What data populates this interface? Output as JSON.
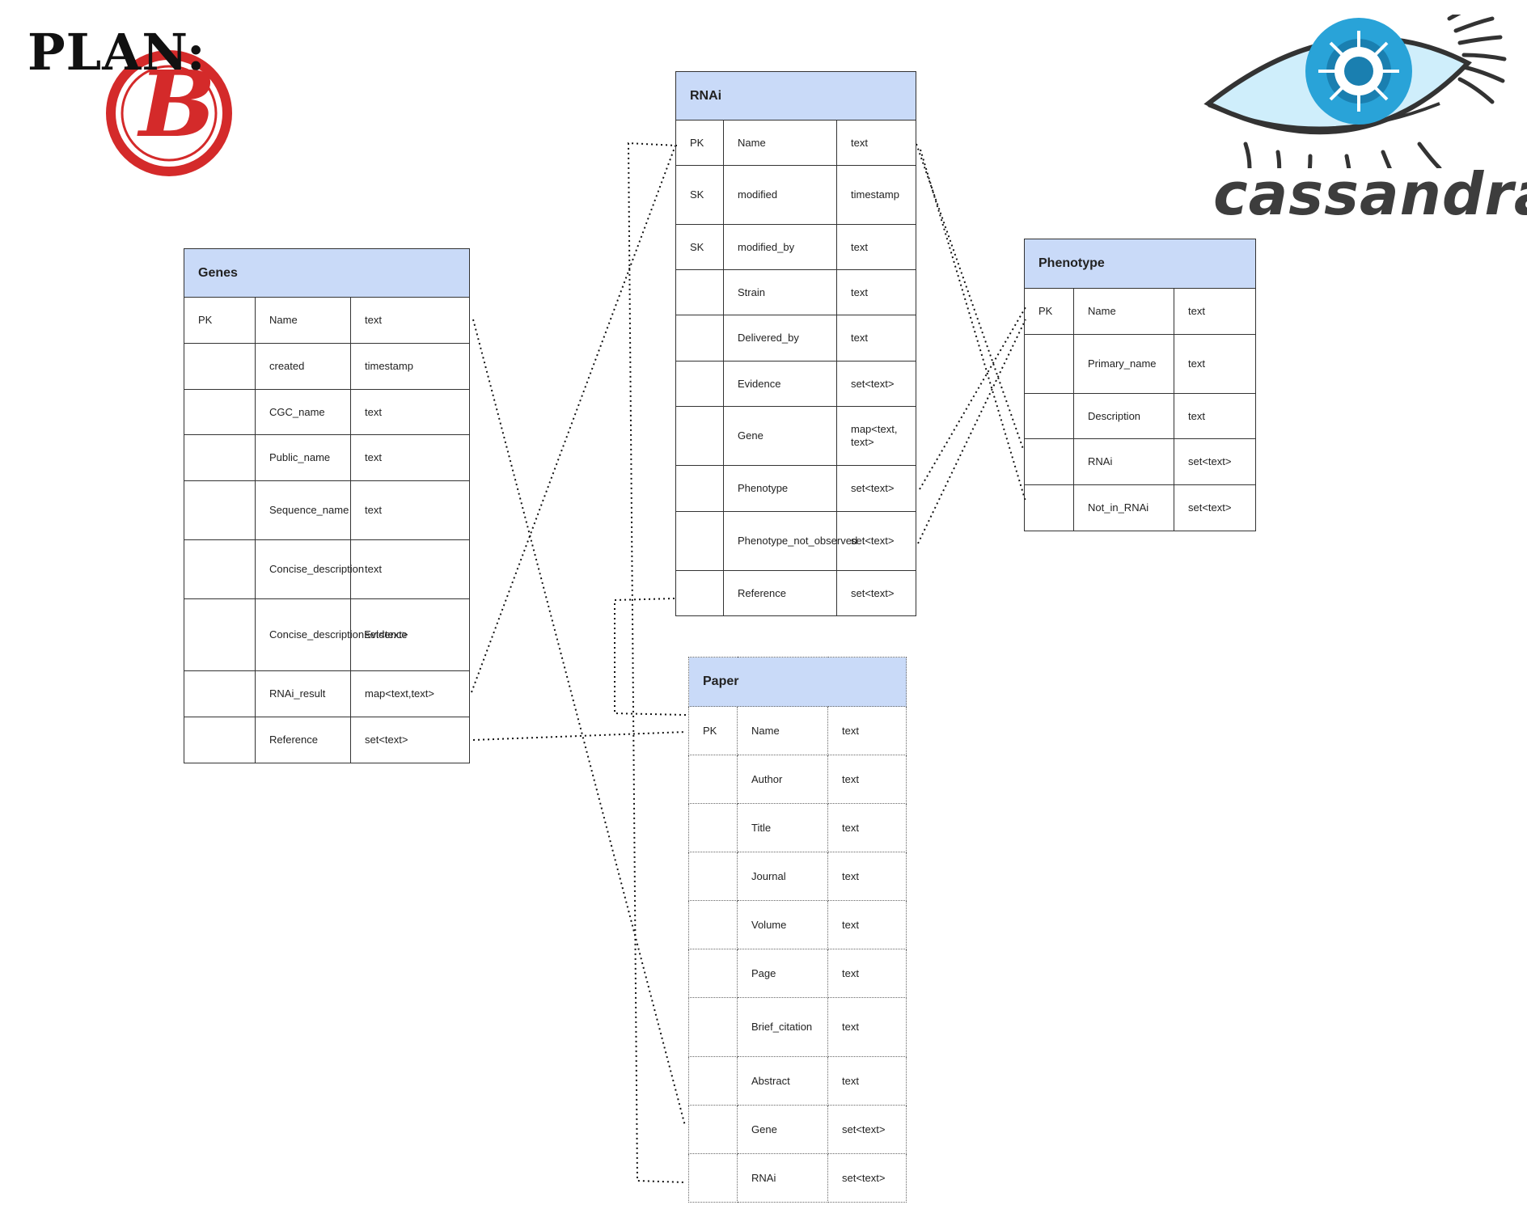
{
  "branding": {
    "plan_logo_text": "PLAN:",
    "plan_logo_letter": "B",
    "cassandra_logo_text": "cassandra"
  },
  "tables": {
    "rnai": {
      "title": "RNAi",
      "rows": [
        [
          "PK",
          "Name",
          "text"
        ],
        [
          "SK",
          "modified",
          "timestamp"
        ],
        [
          "SK",
          "modified_by",
          "text"
        ],
        [
          "",
          "Strain",
          "text"
        ],
        [
          "",
          "Delivered_by",
          "text"
        ],
        [
          "",
          "Evidence",
          "set<text>"
        ],
        [
          "",
          "Gene",
          "map<text, text>"
        ],
        [
          "",
          "Phenotype",
          "set<text>"
        ],
        [
          "",
          "Phenotype_not_observed",
          "set<text>"
        ],
        [
          "",
          "Reference",
          "set<text>"
        ]
      ]
    },
    "genes": {
      "title": "Genes",
      "rows": [
        [
          "PK",
          "Name",
          "text"
        ],
        [
          "",
          "created",
          "timestamp"
        ],
        [
          "",
          "CGC_name",
          "text"
        ],
        [
          "",
          "Public_name",
          "text"
        ],
        [
          "",
          "Sequence_name",
          "text"
        ],
        [
          "",
          "Concise_description",
          "text"
        ],
        [
          "",
          "Concise_descriptionEvidence",
          "set<text>"
        ],
        [
          "",
          "RNAi_result",
          "map<text,text>"
        ],
        [
          "",
          "Reference",
          "set<text>"
        ]
      ]
    },
    "phenotype": {
      "title": "Phenotype",
      "rows": [
        [
          "PK",
          "Name",
          "text"
        ],
        [
          "",
          "Primary_name",
          "text"
        ],
        [
          "",
          "Description",
          "text"
        ],
        [
          "",
          "RNAi",
          "set<text>"
        ],
        [
          "",
          "Not_in_RNAi",
          "set<text>"
        ]
      ]
    },
    "paper": {
      "title": "Paper",
      "rows": [
        [
          "PK",
          "Name",
          "text"
        ],
        [
          "",
          "Author",
          "text"
        ],
        [
          "",
          "Title",
          "text"
        ],
        [
          "",
          "Journal",
          "text"
        ],
        [
          "",
          "Volume",
          "text"
        ],
        [
          "",
          "Page",
          "text"
        ],
        [
          "",
          "Brief_citation",
          "text"
        ],
        [
          "",
          "Abstract",
          "text"
        ],
        [
          "",
          "Gene",
          "set<text>"
        ],
        [
          "",
          "RNAi",
          "set<text>"
        ]
      ]
    }
  },
  "colors": {
    "header_fill": "#c9daf8",
    "plan_b_red": "#d42a2a",
    "eye_blue": "#29a3d8",
    "logo_text": "#3d3d3d"
  }
}
